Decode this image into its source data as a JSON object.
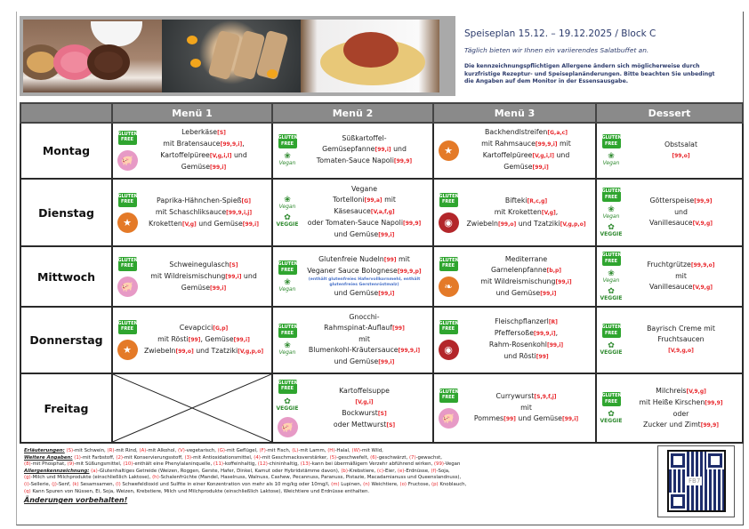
{
  "header": {
    "title": "Speiseplan  15.12. – 19.12.2025 / Block C",
    "subtitle": "Täglich bieten wir Ihnen ein variierendes Salatbuffet an.",
    "note": "Die kennzeichnungspflichtigen Allergene ändern sich möglicherweise durch kurzfristige Rezeptur- und Speiseplanänderungen. Bitte beachten Sie unbedingt die Angaben auf dem Monitor in der Essensausgabe."
  },
  "columns": [
    "Menü 1",
    "Menü 2",
    "Menü 3",
    "Dessert"
  ],
  "icon_labels": {
    "gluten_free": "GLUTEN FREE",
    "vegan": "Vegan",
    "veggie": "VEGGIE"
  },
  "days": [
    {
      "name": "Montag",
      "cells": [
        {
          "icons": [
            "gluten-free",
            "pig"
          ],
          "lines": [
            [
              {
                "t": "Leberkäse",
                "c": "S"
              }
            ],
            [
              {
                "t": "mit Bratensauce",
                "c": "99,9,i"
              },
              {
                "t": ","
              }
            ],
            [
              {
                "t": "Kartoffelpüree",
                "c": "V,g,i,l"
              },
              {
                "t": " und"
              }
            ],
            [
              {
                "t": "Gemüse",
                "c": "99,i"
              }
            ]
          ]
        },
        {
          "icons": [
            "gluten-free",
            "vegan"
          ],
          "lines": [
            [
              {
                "t": "Süßkartoffel-"
              }
            ],
            [
              {
                "t": "Gemüsepfanne",
                "c": "99,i"
              },
              {
                "t": " und"
              }
            ],
            [
              {
                "t": "Tomaten-Sauce Napoli",
                "c": "99,9"
              }
            ]
          ]
        },
        {
          "icons": [
            "chicken"
          ],
          "lines": [
            [
              {
                "t": "Backhendlstreifen",
                "c": "G,a,c"
              }
            ],
            [
              {
                "t": "mit Rahmsauce",
                "c": "99,9,i"
              },
              {
                "t": " mit"
              }
            ],
            [
              {
                "t": "Kartoffelpüree",
                "c": "V,g,i,l"
              },
              {
                "t": " und"
              }
            ],
            [
              {
                "t": "Gemüse",
                "c": "99,i"
              }
            ]
          ]
        },
        {
          "icons": [
            "gluten-free",
            "vegan"
          ],
          "lines": [
            [
              {
                "t": "Obstsalat"
              }
            ],
            [
              {
                "c": "99,o"
              }
            ]
          ]
        }
      ]
    },
    {
      "name": "Dienstag",
      "cells": [
        {
          "icons": [
            "gluten-free",
            "chicken"
          ],
          "lines": [
            [
              {
                "t": "Paprika-Hähnchen-Spieß",
                "c": "G"
              }
            ],
            [
              {
                "t": "mit Schaschliksauce",
                "c": "99,9,i,j"
              }
            ],
            [
              {
                "t": "Kroketten",
                "c": "V,g"
              },
              {
                "t": " und Gemüse",
                "c": "99,i"
              }
            ]
          ]
        },
        {
          "icons": [
            "vegan",
            "veggie"
          ],
          "lines": [
            [
              {
                "t": "Vegane"
              }
            ],
            [
              {
                "t": "Tortelloni",
                "c": "99,a"
              },
              {
                "t": " mit"
              }
            ],
            [
              {
                "t": "Käsesauce",
                "c": "V,a,f,g"
              }
            ],
            [
              {
                "t": "oder Tomaten-Sauce Napoli",
                "c": "99,9"
              }
            ],
            [
              {
                "t": "und Gemüse",
                "c": "99,i"
              }
            ]
          ]
        },
        {
          "icons": [
            "gluten-free",
            "cow"
          ],
          "lines": [
            [
              {
                "t": "Bifteki",
                "c": "R,c,g"
              }
            ],
            [
              {
                "t": "mit Kroketten",
                "c": "V,g"
              },
              {
                "t": ","
              }
            ],
            [
              {
                "t": "Zwiebeln",
                "c": "99,o"
              },
              {
                "t": " und Tzatziki",
                "c": "V,g,p,o"
              }
            ]
          ]
        },
        {
          "icons": [
            "gluten-free",
            "vegan",
            "veggie"
          ],
          "lines": [
            [
              {
                "t": "Götterspeise",
                "c": "99,9"
              }
            ],
            [
              {
                "t": "und"
              }
            ],
            [
              {
                "t": "Vanillesauce",
                "c": "V,9,g"
              }
            ]
          ]
        }
      ]
    },
    {
      "name": "Mittwoch",
      "cells": [
        {
          "icons": [
            "gluten-free",
            "pig"
          ],
          "lines": [
            [
              {
                "t": "Schweinegulasch",
                "c": "S"
              }
            ],
            [
              {
                "t": "mit Wildreismischung",
                "c": "99,i"
              },
              {
                "t": " und"
              }
            ],
            [
              {
                "t": "Gemüse",
                "c": "99,i"
              }
            ]
          ]
        },
        {
          "icons": [
            "gluten-free",
            "vegan"
          ],
          "lines": [
            [
              {
                "t": "Glutenfreie Nudeln",
                "c": "99"
              },
              {
                "t": " mit"
              }
            ],
            [
              {
                "t": "Veganer Sauce Bolognese",
                "c": "99,9,p"
              }
            ],
            [
              {
                "n": "(enthält glutenfreies Hafervollkornmehl, enthält glutenfreies Gerstenröstmalz)"
              }
            ],
            [
              {
                "t": "und Gemüse",
                "c": "99,i"
              }
            ]
          ]
        },
        {
          "icons": [
            "gluten-free",
            "shrimp"
          ],
          "lines": [
            [
              {
                "t": "Mediterrane"
              }
            ],
            [
              {
                "t": "Garnelenpfanne",
                "c": "b,p"
              }
            ],
            [
              {
                "t": "mit Wildreismischung",
                "c": "99,i"
              }
            ],
            [
              {
                "t": "und Gemüse",
                "c": "99,i"
              }
            ]
          ]
        },
        {
          "icons": [
            "gluten-free",
            "vegan",
            "veggie"
          ],
          "lines": [
            [
              {
                "t": "Fruchtgrütze",
                "c": "99,9,o"
              }
            ],
            [
              {
                "t": "mit"
              }
            ],
            [
              {
                "t": "Vanillesauce",
                "c": "V,9,g"
              }
            ]
          ]
        }
      ]
    },
    {
      "name": "Donnerstag",
      "cells": [
        {
          "icons": [
            "gluten-free",
            "chicken"
          ],
          "lines": [
            [
              {
                "t": "Cevapcici",
                "c": "G,p"
              }
            ],
            [
              {
                "t": "mit Rösti",
                "c": "99"
              },
              {
                "t": ", Gemüse",
                "c": "99,i"
              }
            ],
            [
              {
                "t": "Zwiebeln",
                "c": "99,o"
              },
              {
                "t": " und Tzatziki",
                "c": "V,g,p,o"
              }
            ]
          ]
        },
        {
          "icons": [
            "gluten-free",
            "vegan"
          ],
          "lines": [
            [
              {
                "t": "Gnocchi-"
              }
            ],
            [
              {
                "t": "Rahmspinat-Auflauf",
                "c": "99"
              }
            ],
            [
              {
                "t": "mit"
              }
            ],
            [
              {
                "t": "Blumenkohl-Kräutersauce",
                "c": "99,9,i"
              }
            ],
            [
              {
                "t": "und Gemüse",
                "c": "99,i"
              }
            ]
          ]
        },
        {
          "icons": [
            "gluten-free",
            "cow"
          ],
          "lines": [
            [
              {
                "t": "Fleischpflanzerl",
                "c": "R"
              }
            ],
            [
              {
                "t": "Pfeffersoße",
                "c": "99,9,i"
              },
              {
                "t": ","
              }
            ],
            [
              {
                "t": "Rahm-Rosenkohl",
                "c": "99,i"
              }
            ],
            [
              {
                "t": "und Rösti",
                "c": "99"
              }
            ]
          ]
        },
        {
          "icons": [
            "gluten-free",
            "veggie"
          ],
          "lines": [
            [
              {
                "t": "Bayrisch Creme mit"
              }
            ],
            [
              {
                "t": "Fruchtsaucen"
              }
            ],
            [
              {
                "c": "V,9,g,o"
              }
            ]
          ]
        }
      ]
    },
    {
      "name": "Freitag",
      "cells": [
        {
          "crossed": true,
          "icons": [],
          "lines": []
        },
        {
          "icons": [
            "gluten-free",
            "veggie",
            "pig"
          ],
          "lines": [
            [
              {
                "t": "Kartoffelsuppe"
              }
            ],
            [
              {
                "c": "V,g,i"
              }
            ],
            [
              {
                "t": "Bockwurst",
                "c": "S"
              }
            ],
            [
              {
                "t": "oder  Mettwurst",
                "c": "S"
              }
            ]
          ]
        },
        {
          "icons": [
            "gluten-free",
            "pig"
          ],
          "lines": [
            [
              {
                "t": "Currywurst",
                "c": "S,9,f,j"
              }
            ],
            [
              {
                "t": "mit"
              }
            ],
            [
              {
                "t": "Pommes",
                "c": "99"
              },
              {
                "t": " und Gemüse",
                "c": "99,i"
              }
            ]
          ]
        },
        {
          "icons": [
            "gluten-free",
            "veggie"
          ],
          "lines": [
            [
              {
                "t": "Milchreis",
                "c": "V,9,g"
              }
            ],
            [
              {
                "t": "mit Heiße Kirschen",
                "c": "99,9"
              }
            ],
            [
              {
                "t": "oder"
              }
            ],
            [
              {
                "t": "Zucker und Zimt",
                "c": "99,9"
              }
            ]
          ]
        }
      ]
    }
  ],
  "legend": [
    [
      {
        "h": "Erläuterungen:"
      },
      {
        "r": " (S)"
      },
      {
        "t": "-mit Schwein, "
      },
      {
        "r": "(R)"
      },
      {
        "t": "-mit Rind, "
      },
      {
        "r": "(A)"
      },
      {
        "t": "-mit Alkohol, "
      },
      {
        "r": "(V)"
      },
      {
        "t": "-vegetarisch, "
      },
      {
        "r": "(G)"
      },
      {
        "t": "-mit Geflügel, "
      },
      {
        "r": "(F)"
      },
      {
        "t": "-mit Fisch, "
      },
      {
        "r": "(L)"
      },
      {
        "t": "-mit Lamm, "
      },
      {
        "r": "(H)"
      },
      {
        "t": "-Halal, "
      },
      {
        "r": "(W)"
      },
      {
        "t": "-mit Wild,"
      }
    ],
    [
      {
        "h": "Weitere Angaben:"
      },
      {
        "r": " (1)"
      },
      {
        "t": "-mit Farbstoff, "
      },
      {
        "r": "(2)"
      },
      {
        "t": "-mit Konservierungsstoff, "
      },
      {
        "r": "(3)"
      },
      {
        "t": "-mit Antioxidationsmittel, "
      },
      {
        "r": "(4)"
      },
      {
        "t": "-mit Geschmacksverstärker, "
      },
      {
        "r": "(5)"
      },
      {
        "t": "-geschwefelt, "
      },
      {
        "r": "(6)"
      },
      {
        "t": "-geschwärzt, "
      },
      {
        "r": "(7)"
      },
      {
        "t": "-gewachst,"
      }
    ],
    [
      {
        "r": "(8)"
      },
      {
        "t": "-mit Phosphat, "
      },
      {
        "r": "(9)"
      },
      {
        "t": "-mit Süßungsmittel, "
      },
      {
        "r": "(10)"
      },
      {
        "t": "-enthält eine Phenylalaninquelle, "
      },
      {
        "r": "(11)"
      },
      {
        "t": "-koffeinhaltig, "
      },
      {
        "r": "(12)"
      },
      {
        "t": "-chininhaltig, "
      },
      {
        "r": "(13)"
      },
      {
        "t": "-kann bei übermäßigem Verzehr abführend wirken, "
      },
      {
        "r": "(99)"
      },
      {
        "t": "-Vegan"
      }
    ],
    [
      {
        "h": "Allergenkennzeichnung:"
      },
      {
        "r": " (a)"
      },
      {
        "t": "-Glutenhaltiges Getreide (Weizen, Roggen, Gerste, Hafer, Dinkel, Kamut oder Hybridstämme davon), "
      },
      {
        "r": "(b)"
      },
      {
        "t": "-Krebstiere, "
      },
      {
        "r": "(c)"
      },
      {
        "t": "-Eier, "
      },
      {
        "r": "(e)"
      },
      {
        "t": "-Erdnüsse, "
      },
      {
        "r": "(f)"
      },
      {
        "t": "-Soja,"
      }
    ],
    [
      {
        "r": "(g)"
      },
      {
        "t": "-Milch und Milchprodukte (einschließlich Laktose), "
      },
      {
        "r": "(h)"
      },
      {
        "t": "-Schalenfrüchte (Mandel, Haselnuss, Walnuss, Cashew, Pecannuss, Paranuss, Pistazie, Macadamianuss und Queenslandnuss),"
      }
    ],
    [
      {
        "r": " (i)"
      },
      {
        "t": "-Sellerie, "
      },
      {
        "r": "(j)"
      },
      {
        "t": "-Senf, "
      },
      {
        "r": "(k)"
      },
      {
        "t": " Sesamsamen, "
      },
      {
        "r": "(l)"
      },
      {
        "t": " Schwefeldioxid und Sulfite in einer Konzentration von mehr als 10 mg/kg oder 10mg/l, "
      },
      {
        "r": "(m)"
      },
      {
        "t": " Lupinen, "
      },
      {
        "r": "(n)"
      },
      {
        "t": " Weichtiere, "
      },
      {
        "r": "(o)"
      },
      {
        "t": " Fructose, "
      },
      {
        "r": "(p)"
      },
      {
        "t": " Knoblauch,"
      }
    ],
    [
      {
        "r": "(q)"
      },
      {
        "t": " Kann Spuren von Nüssen, Ei, Soja, Weizen, Krebstiere, Milch und Milchprodukte (einschließlich Laktose), Weichtiere und Erdnüsse enthalten."
      }
    ]
  ],
  "footer_note": "Änderungen vorbehalten!",
  "qr_label": "FB7"
}
